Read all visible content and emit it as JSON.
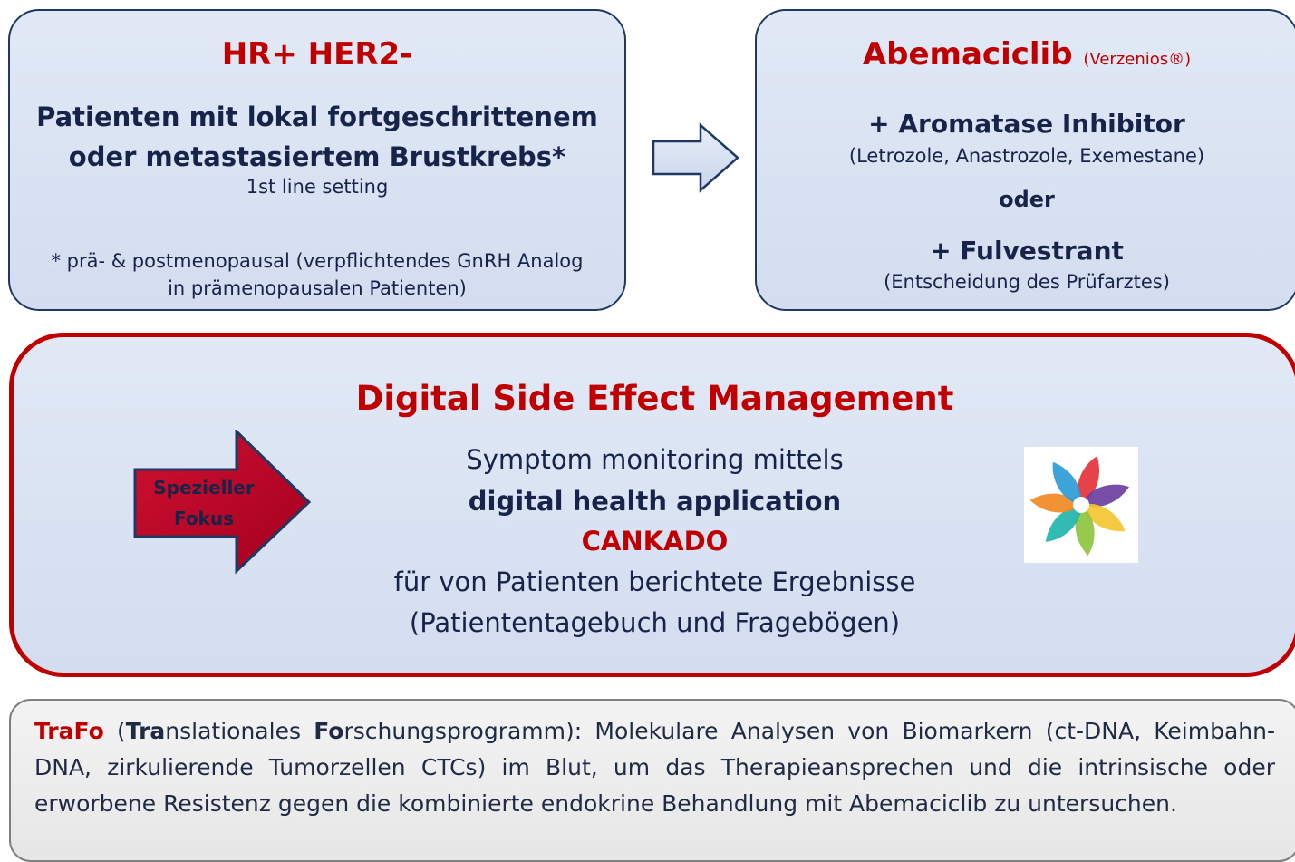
{
  "hr_box": {
    "title": "HR+ HER2-",
    "line1": "Patienten mit lokal fortgeschrittenem",
    "line2": "oder metastasiertem Brustkrebs*",
    "setting": "1st line setting",
    "footnote1": "* prä- & postmenopausal (verpflichtendes GnRH Analog",
    "footnote2": "in prämenopausalen Patienten)"
  },
  "abema_box": {
    "title": "Abemaciclib",
    "brand": "(Verzenios®)",
    "option1": "+ Aromatase Inhibitor",
    "option1_sub": "(Letrozole, Anastrozole, Exemestane)",
    "or": "oder",
    "option2": "+ Fulvestrant",
    "option2_sub": "(Entscheidung des Prüfarztes)"
  },
  "dsem_box": {
    "title": "Digital Side Effect Management",
    "line1": "Symptom monitoring mittels",
    "line2": "digital health application",
    "line3": "CANKADO",
    "line4": "für von Patienten berichtete Ergebnisse",
    "line5": "(Patiententagebuch und Fragebögen)",
    "focus_line1": "Spezieller",
    "focus_line2": "Fokus",
    "logo_icon": "cankado-flower-logo"
  },
  "trafo_box": {
    "acronym": "TraFo",
    "open_paren": "(",
    "tra": "Tra",
    "tra_rest": "nslationales ",
    "fo": "Fo",
    "fo_rest": "rschungsprogramm): Molekulare Analysen von Biomarkern (ct-DNA, Keimbahn-DNA, zirkulierende Tumorzellen CTCs) im Blut, um das Therapieansprechen und die intrinsische oder erworbene Resistenz gegen die kombinierte endokrine Behandlung mit Abemaciclib zu untersuchen."
  },
  "colors": {
    "accent_red": "#c00000",
    "navy": "#1f3864",
    "box_fill": "#dae3f3"
  }
}
